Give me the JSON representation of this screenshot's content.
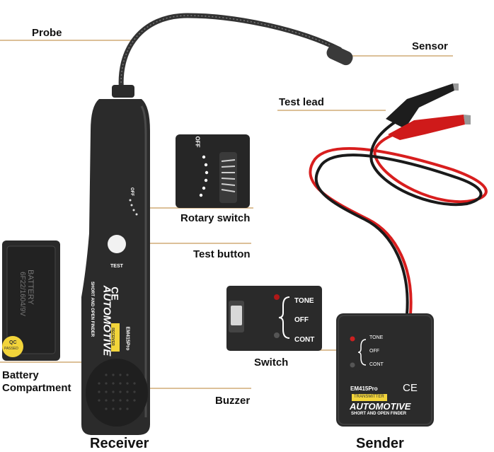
{
  "labels": {
    "probe": "Probe",
    "sensor": "Sensor",
    "test_lead": "Test lead",
    "rotary_switch": "Rotary switch",
    "test_button": "Test button",
    "switch": "Switch",
    "battery_line1": "Battery",
    "battery_line2": "Compartment",
    "buzzer": "Buzzer",
    "receiver": "Receiver",
    "sender": "Sender"
  },
  "receiver_device": {
    "test_label": "TEST",
    "ce": "CE",
    "title": "AUTOMOTIVE",
    "subtitle": "SHORT AND OPEN FINDER",
    "model": "EM415Pro",
    "badge": "RECEIVER",
    "off_mark": "OFF"
  },
  "rotary_inset": {
    "off_mark": "OFF"
  },
  "battery_box": {
    "text_line1": "BATTERY",
    "text_line2": "6F22/1604/9V",
    "qc_line1": "QC",
    "qc_line2": "PASSED"
  },
  "switch_inset": {
    "opt_tone": "TONE",
    "opt_off": "OFF",
    "opt_cont": "CONT"
  },
  "sender_device": {
    "opt_tone": "TONE",
    "opt_off": "OFF",
    "opt_cont": "CONT",
    "model": "EM415Pro",
    "ce": "CE",
    "badge": "TRANSMITTER",
    "title": "AUTOMOTIVE",
    "subtitle": "SHORT AND OPEN FINDER"
  },
  "colors": {
    "device_body": "#2b2b2b",
    "badge_yellow": "#f2d43a",
    "lead_red": "#d81e1e",
    "lead_black": "#1a1a1a",
    "leader_line": "#c89a5a"
  }
}
